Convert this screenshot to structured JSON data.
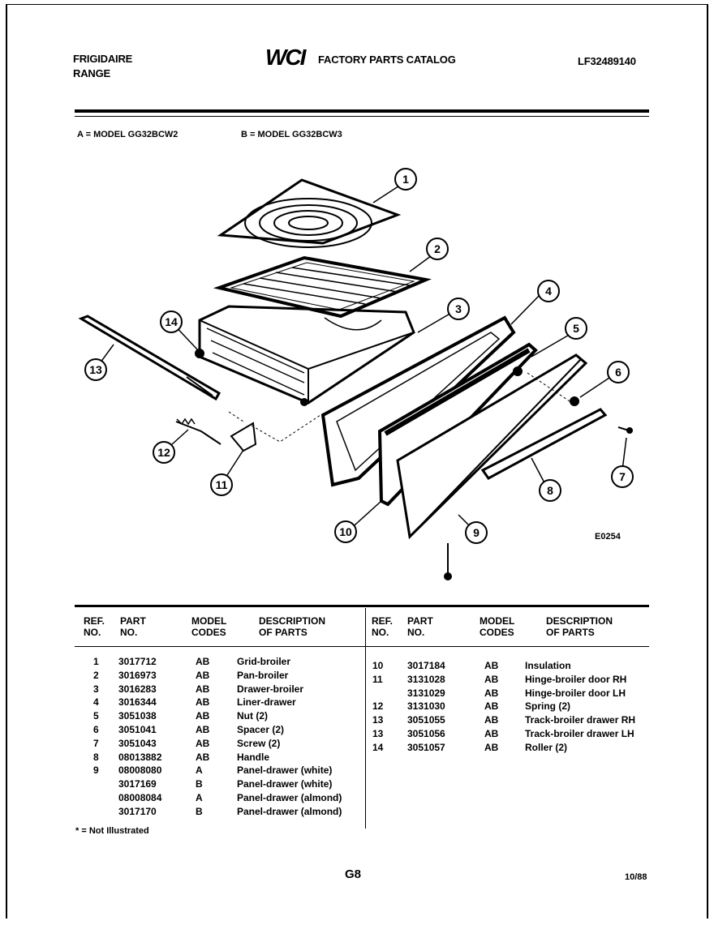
{
  "header": {
    "brand": "FRIGIDAIRE",
    "product": "RANGE",
    "logo": "WCI",
    "catalog": "FACTORY PARTS CATALOG",
    "catalog_no": "LF32489140"
  },
  "models": {
    "a": "A = MODEL GG32BCW2",
    "b": "B = MODEL GG32BCW3"
  },
  "diagram": {
    "code": "E0254",
    "callouts": [
      "1",
      "2",
      "3",
      "4",
      "5",
      "6",
      "7",
      "8",
      "9",
      "10",
      "11",
      "12",
      "13",
      "14"
    ]
  },
  "table": {
    "headers": {
      "ref": [
        "REF.",
        "NO."
      ],
      "part": [
        "PART",
        "NO."
      ],
      "model": [
        "MODEL",
        "CODES"
      ],
      "desc": [
        "DESCRIPTION",
        "OF PARTS"
      ]
    },
    "left_rows": [
      {
        "ref": "1",
        "part": "3017712",
        "code": "AB",
        "desc": "Grid-broiler"
      },
      {
        "ref": "2",
        "part": "3016973",
        "code": "AB",
        "desc": "Pan-broiler"
      },
      {
        "ref": "3",
        "part": "3016283",
        "code": "AB",
        "desc": "Drawer-broiler"
      },
      {
        "ref": "4",
        "part": "3016344",
        "code": "AB",
        "desc": "Liner-drawer"
      },
      {
        "ref": "5",
        "part": "3051038",
        "code": "AB",
        "desc": "Nut (2)"
      },
      {
        "ref": "6",
        "part": "3051041",
        "code": "AB",
        "desc": "Spacer (2)"
      },
      {
        "ref": "7",
        "part": "3051043",
        "code": "AB",
        "desc": "Screw (2)"
      },
      {
        "ref": "8",
        "part": "08013882",
        "code": "AB",
        "desc": "Handle"
      },
      {
        "ref": "9",
        "part": "08008080",
        "code": "A",
        "desc": "Panel-drawer (white)"
      },
      {
        "ref": "",
        "part": "3017169",
        "code": "B",
        "desc": "Panel-drawer (white)"
      },
      {
        "ref": "",
        "part": "08008084",
        "code": "A",
        "desc": "Panel-drawer (almond)"
      },
      {
        "ref": "",
        "part": "3017170",
        "code": "B",
        "desc": "Panel-drawer (almond)"
      }
    ],
    "right_rows": [
      {
        "ref": "10",
        "part": "3017184",
        "code": "AB",
        "desc": "Insulation"
      },
      {
        "ref": "11",
        "part": "3131028",
        "code": "AB",
        "desc": "Hinge-broiler door RH"
      },
      {
        "ref": "",
        "part": "3131029",
        "code": "AB",
        "desc": "Hinge-broiler door LH"
      },
      {
        "ref": "12",
        "part": "3131030",
        "code": "AB",
        "desc": "Spring (2)"
      },
      {
        "ref": "13",
        "part": "3051055",
        "code": "AB",
        "desc": "Track-broiler drawer RH"
      },
      {
        "ref": "13",
        "part": "3051056",
        "code": "AB",
        "desc": "Track-broiler drawer LH"
      },
      {
        "ref": "14",
        "part": "3051057",
        "code": "AB",
        "desc": "Roller (2)"
      }
    ],
    "note": "* = Not Illustrated"
  },
  "footer": {
    "page": "G8",
    "date": "10/88"
  }
}
